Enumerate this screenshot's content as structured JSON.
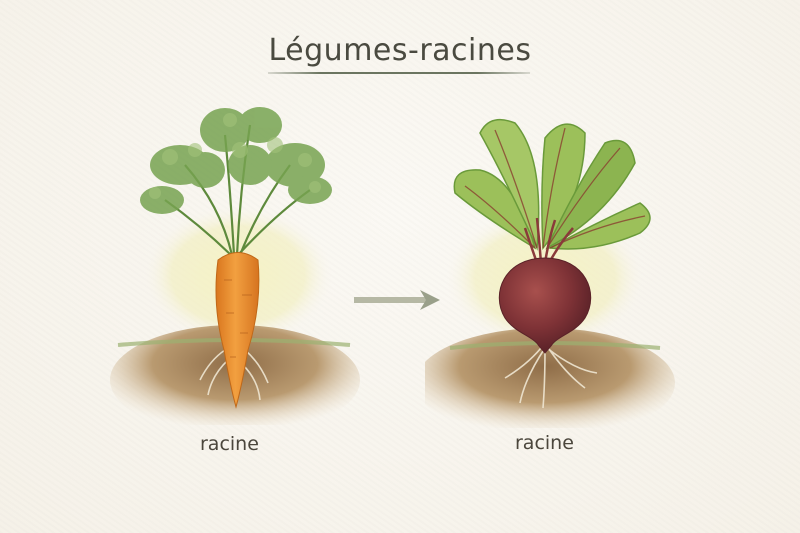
{
  "title": "Légumes-racines",
  "plants": [
    {
      "name": "carrot",
      "label": "racine"
    },
    {
      "name": "beet",
      "label": "racine"
    }
  ],
  "arrow": {
    "direction": "right",
    "color": "#9aa08a"
  },
  "colors": {
    "background": "#f8f5ee",
    "title": "#4a4a40",
    "carrot": "#e8912e",
    "carrot_leaves": "#6f9a4a",
    "beet": "#8a3a3a",
    "beet_leaves": "#9cc05a",
    "soil": "#b99a70",
    "glow": "#f3f0b8"
  }
}
